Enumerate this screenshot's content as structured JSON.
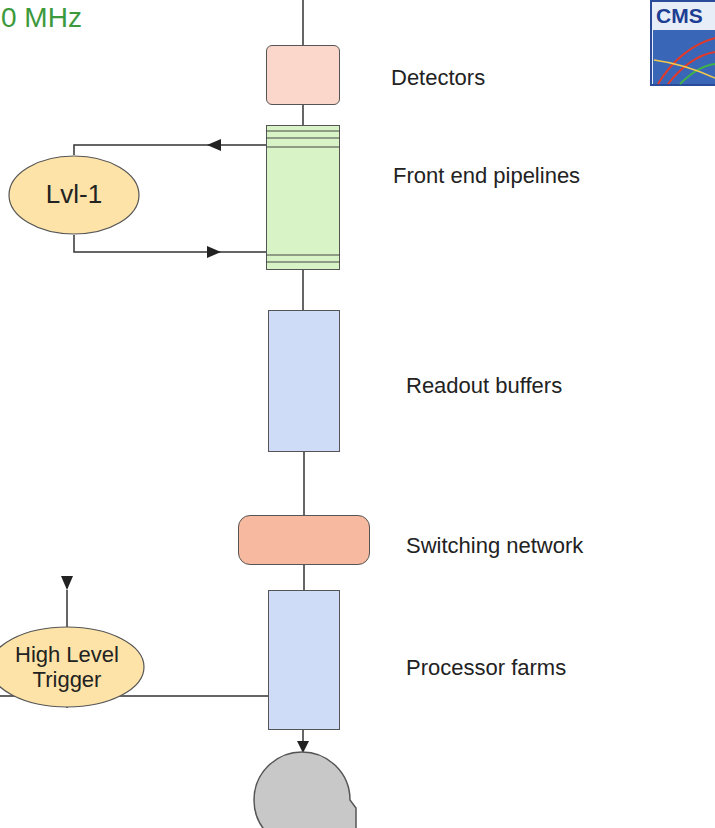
{
  "diagram": {
    "nodes": [
      {
        "text": [
          "Detectors"
        ]
      },
      {
        "text": [
          "Front end pipelines"
        ]
      },
      {
        "text": [
          "Lvl-1"
        ]
      },
      {
        "text": [
          "Readout buffers"
        ]
      },
      {
        "text": [
          "Switching network"
        ]
      },
      {
        "text": [
          "Processor farms"
        ]
      },
      {
        "text": [
          "High Level Trigger"
        ]
      }
    ],
    "edges": [
      {
        "from": 0,
        "to": 1,
        "arrow": "none"
      },
      {
        "from": 1,
        "to": 2,
        "arrow": "to"
      },
      {
        "from": 2,
        "to": 1,
        "arrow": "to"
      },
      {
        "from": 1,
        "to": 3,
        "arrow": "none"
      },
      {
        "from": 3,
        "to": 4,
        "arrow": "none"
      },
      {
        "from": 4,
        "to": 5,
        "arrow": "none"
      },
      {
        "from": 5,
        "to": 6,
        "arrow": "to"
      },
      {
        "from": 6,
        "to": 5,
        "arrow": "to"
      }
    ],
    "labels": [
      "0 MHz",
      "CMS"
    ]
  }
}
